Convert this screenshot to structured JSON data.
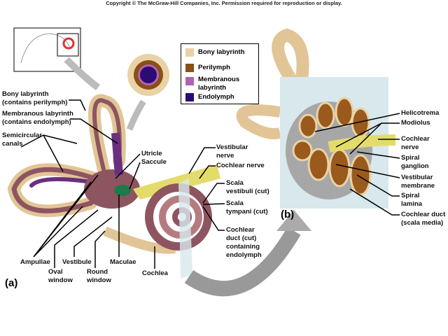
{
  "copyright": "Copyright © The McGraw-Hill Companies, Inc. Permission required for reproduction or display.",
  "legend": [
    {
      "label": "Bony labyrinth",
      "color": "#e9d2a6"
    },
    {
      "label": "Perilymph",
      "color": "#8a4f14"
    },
    {
      "label": "Membranous labyrinth",
      "line1": "Membranous",
      "line2": "labyrinth",
      "color": "#b262b2"
    },
    {
      "label": "Endolymph",
      "color": "#2c0b72"
    }
  ],
  "panel_a": {
    "tag": "(a)",
    "bony1": "Bony labyrinth",
    "bony2": "(contains perilymph)",
    "memb1": "Membranous labyrinth",
    "memb2": "(contains endolymph)",
    "semi1": "Semicircular",
    "semi2": "canals",
    "utricle": "Utricle",
    "saccule": "Saccule",
    "vn1": "Vestibular",
    "vn2": "nerve",
    "cn": "Cochlear nerve",
    "sv1": "Scala",
    "sv2": "vestibuli (cut)",
    "st1": "Scala",
    "st2": "tympani (cut)",
    "cd1": "Cochlear",
    "cd2": "duct (cut)",
    "cd3": "containing",
    "cd4": "endolymph",
    "ampullae": "Ampullae",
    "oval1": "Oval",
    "oval2": "window",
    "vestibule": "Vestibule",
    "round1": "Round",
    "round2": "window",
    "maculae": "Maculae",
    "cochlea": "Cochlea"
  },
  "panel_b": {
    "tag": "(b)",
    "helicotrema": "Helicotrema",
    "modiolus": "Modiolus",
    "cn1": "Cochlear",
    "cn2": "nerve",
    "sg1": "Spiral",
    "sg2": "ganglion",
    "vm1": "Vestibular",
    "vm2": "membrane",
    "sl1": "Spiral",
    "sl2": "lamina",
    "cd1": "Cochlear duct",
    "cd2": "(scala media)"
  }
}
